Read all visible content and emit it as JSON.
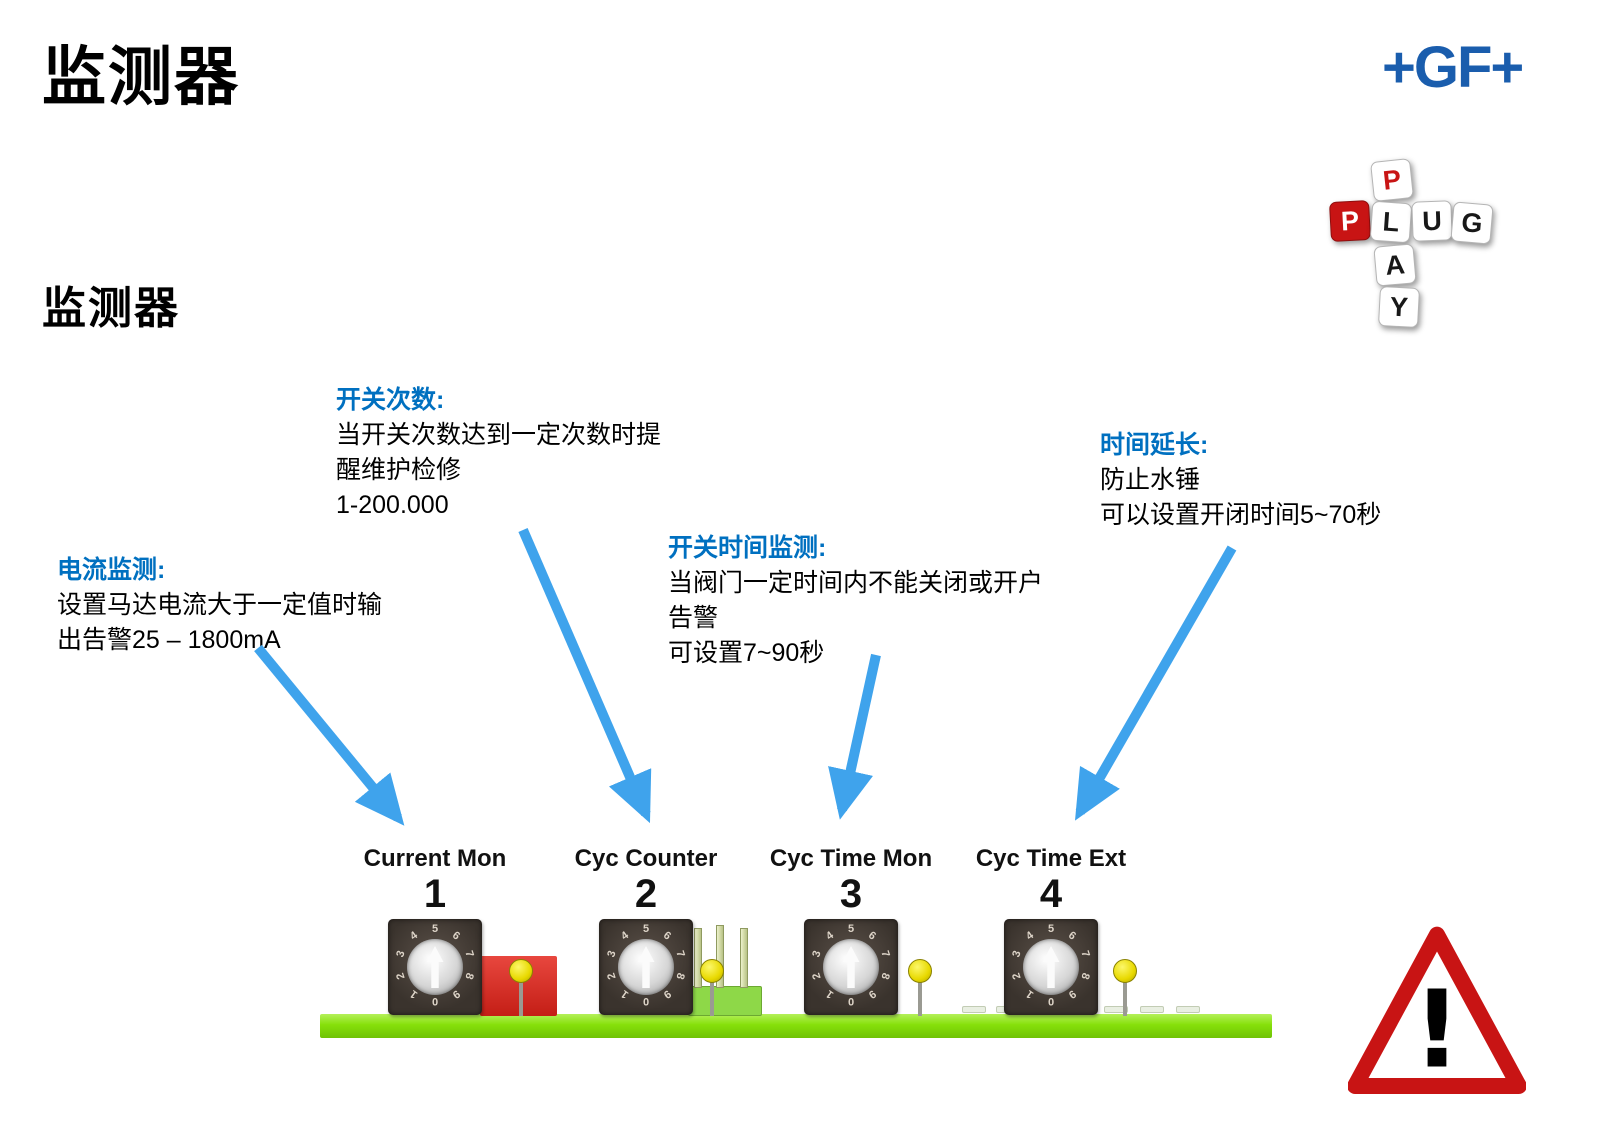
{
  "slide": {
    "title": "监测器",
    "subtitle": "监测器"
  },
  "logo": {
    "text": "+GF+"
  },
  "plug_play": {
    "top_letter": "P",
    "row_letters": [
      "P",
      "L",
      "U",
      "G"
    ],
    "column_letters": [
      "A",
      "Y"
    ]
  },
  "annotations": {
    "current": {
      "heading": "电流监测:",
      "lines": [
        "设置马达电流大于一定值时输",
        "出告警25 – 1800mA"
      ]
    },
    "counter": {
      "heading": "开关次数:",
      "lines": [
        "当开关次数达到一定次数时提",
        "醒维护检修",
        "1-200.000"
      ]
    },
    "time_mon": {
      "heading": "开关时间监测:",
      "lines": [
        "当阀门一定时间内不能关闭或开户",
        "告警",
        "可设置7~90秒"
      ]
    },
    "time_ext": {
      "heading": "时间延长:",
      "lines": [
        "防止水锤",
        "可以设置开闭时间5~70秒"
      ]
    }
  },
  "board": {
    "switches": [
      {
        "label": "Current Mon",
        "number": "1"
      },
      {
        "label": "Cyc Counter",
        "number": "2"
      },
      {
        "label": "Cyc Time Mon",
        "number": "3"
      },
      {
        "label": "Cyc Time Ext",
        "number": "4"
      }
    ],
    "dial_digits": [
      "0",
      "1",
      "2",
      "3",
      "4",
      "5",
      "6",
      "7",
      "8",
      "9"
    ]
  },
  "warning": {
    "symbol": "!"
  },
  "colors": {
    "heading_blue": "#0070C0",
    "arrow_blue": "#3FA3EC",
    "gf_blue": "#1A5DAD",
    "pcb_green": "#86E00A",
    "warning_red": "#C81414"
  }
}
